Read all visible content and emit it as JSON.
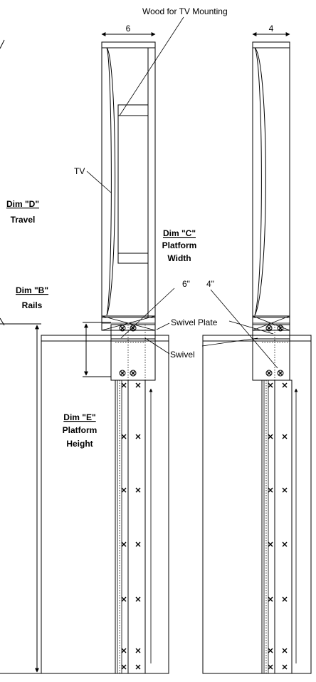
{
  "labels": {
    "wood": "Wood for TV Mounting",
    "tv": "TV",
    "dim_d_name": "Dim \"D\"",
    "dim_d_desc": "Travel",
    "dim_c_name": "Dim \"C\"",
    "dim_c_desc1": "Platform",
    "dim_c_desc2": "Width",
    "dim_b_name": "Dim \"B\"",
    "dim_b_desc": "Rails",
    "dim_e_name": "Dim \"E\"",
    "dim_e_desc1": "Platform",
    "dim_e_desc2": "Height",
    "swivel_plate": "Swivel Plate",
    "swivel": "Swivel",
    "six_inch": "6\"",
    "four_inch": "4\"",
    "six": "6",
    "four": "4"
  }
}
